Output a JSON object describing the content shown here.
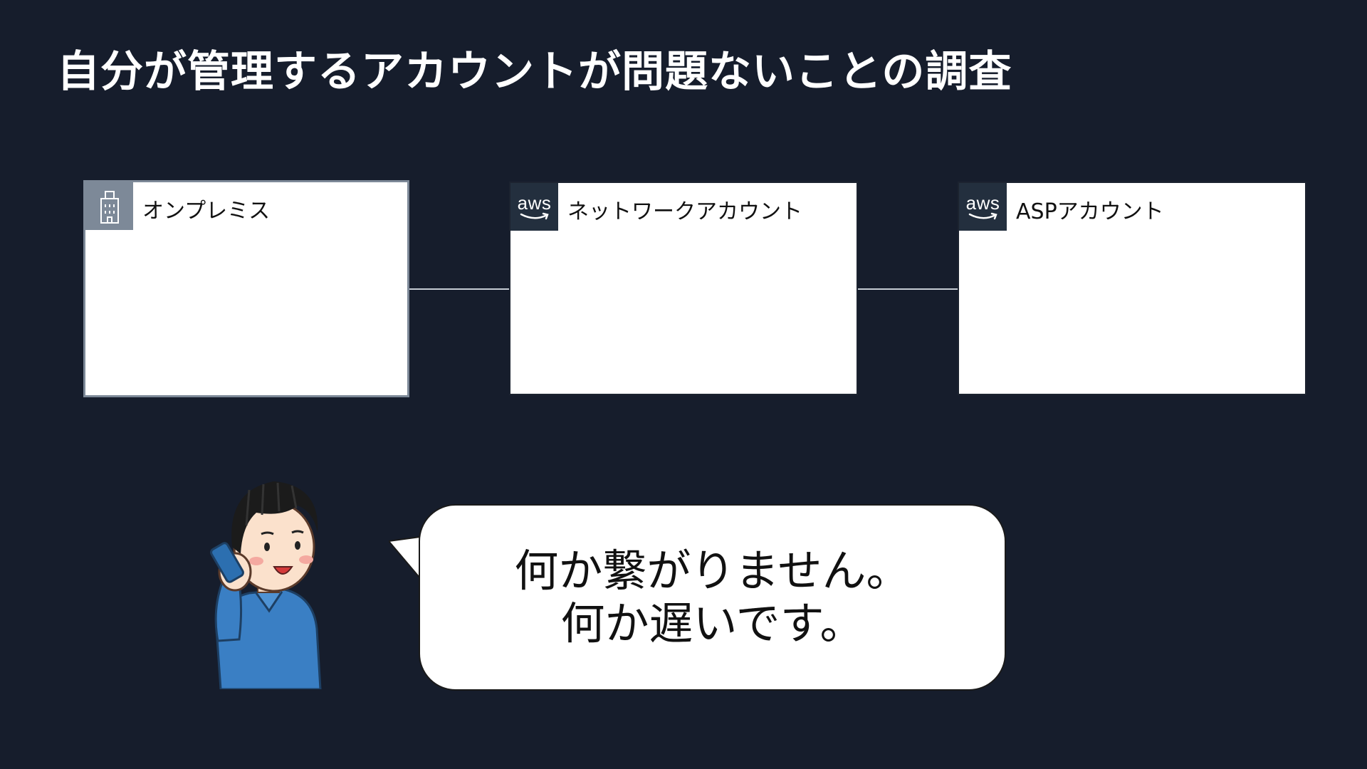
{
  "slide": {
    "title": "自分が管理するアカウントが問題ないことの調査"
  },
  "accounts": [
    {
      "label": "オンプレミス",
      "icon": "building-icon"
    },
    {
      "label": "ネットワークアカウント",
      "icon": "aws-logo-icon",
      "logo_text": "aws"
    },
    {
      "label": "ASPアカウント",
      "icon": "aws-logo-icon",
      "logo_text": "aws"
    }
  ],
  "speech": {
    "lines": [
      "何か繋がりません。",
      "何か遅いです。"
    ]
  },
  "colors": {
    "background": "#161d2c",
    "onprem_header": "#7d8998",
    "aws_header": "#232f3e",
    "person_shirt": "#3a7fc4"
  }
}
